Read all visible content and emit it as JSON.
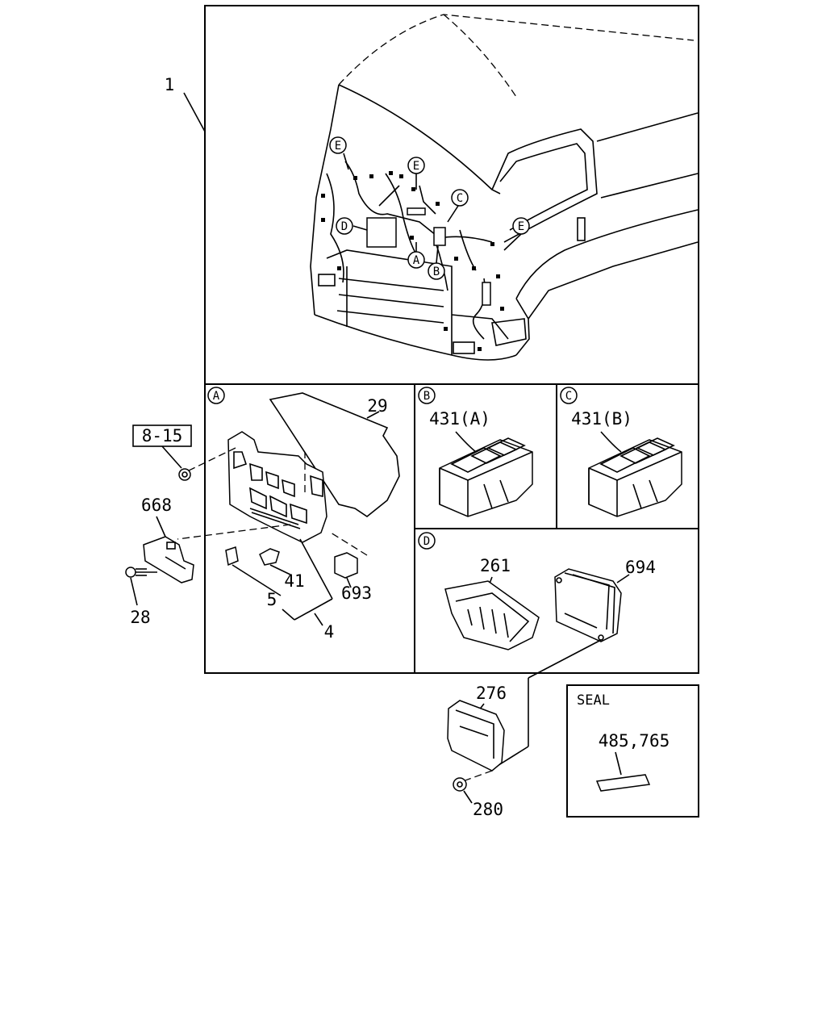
{
  "callouts": {
    "main_assembly": "1",
    "ref_section": "8-15",
    "part_29": "29",
    "part_668": "668",
    "part_28": "28",
    "part_5": "5",
    "part_41": "41",
    "part_4": "4",
    "part_693": "693",
    "part_431a": "431(A)",
    "part_431b": "431(B)",
    "part_261": "261",
    "part_694": "694",
    "part_276": "276",
    "part_280": "280",
    "seal_parts": "485,765"
  },
  "circle_markers": {
    "a": "A",
    "b": "B",
    "c": "C",
    "d": "D",
    "e": "E"
  },
  "seal_box": {
    "title": "SEAL"
  }
}
